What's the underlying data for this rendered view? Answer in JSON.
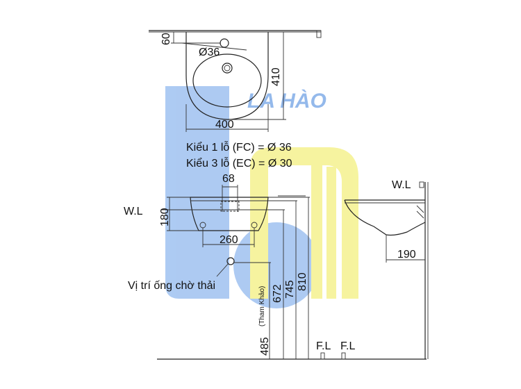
{
  "watermark": {
    "brand": "LA HÀO",
    "colors": {
      "blue": "#a9c8f2",
      "yellow": "#f6f39a",
      "text": "#8fb6ea"
    }
  },
  "top_view": {
    "dim_60": "60",
    "dim_hole": "Ø36",
    "dim_410": "410",
    "dim_400": "400"
  },
  "notes": {
    "type1": "Kiểu 1 lỗ (FC) = Ø 36",
    "type3": "Kiểu 3 lỗ (EC) = Ø 30"
  },
  "front_view": {
    "dim_68": "68",
    "wl_label": "W.L",
    "dim_180": "180",
    "dim_260": "260",
    "drain_label": "Vị trí ống chờ thải",
    "dim_485": "485",
    "dim_485_note": "(Tham Khảo)",
    "dim_672": "672",
    "dim_745": "745",
    "dim_810": "810",
    "fl_label_1": "F.L",
    "fl_label_2": "F.L"
  },
  "side_view": {
    "wl_label": "W.L",
    "dim_190": "190"
  }
}
